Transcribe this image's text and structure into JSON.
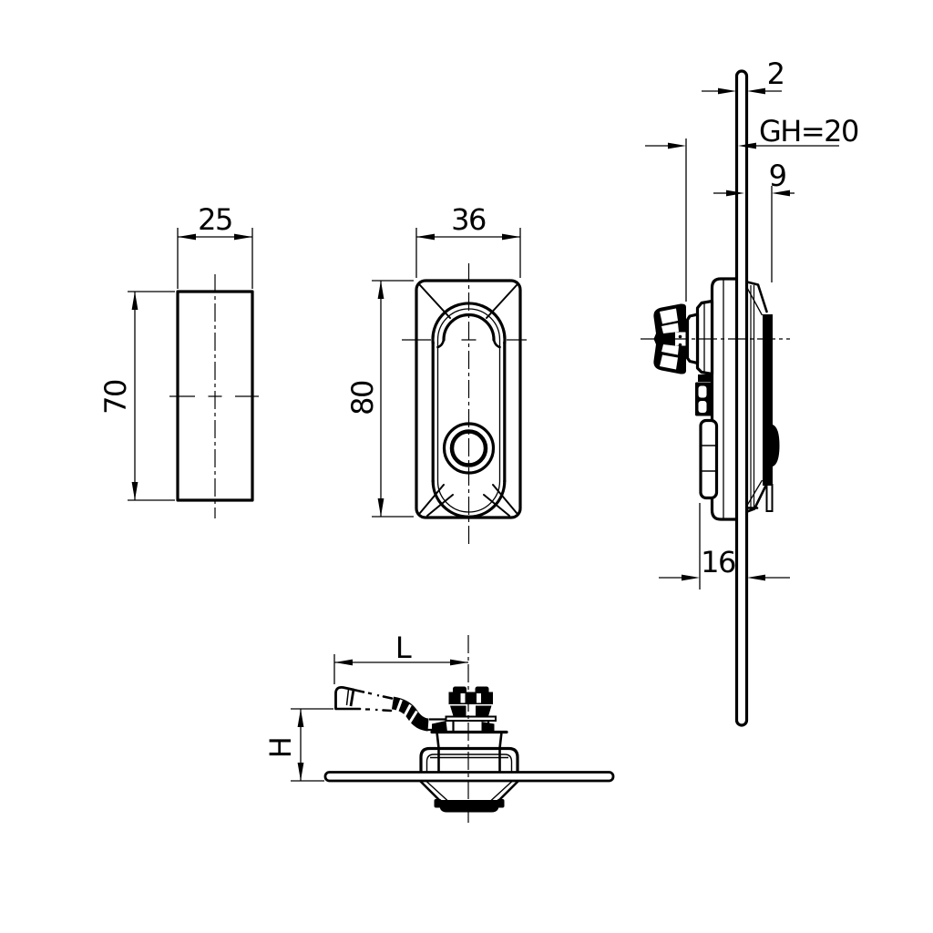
{
  "document": {
    "type": "technical-drawing",
    "background": "#ffffff",
    "line_color": "#000000"
  },
  "views": {
    "cutout": {
      "label": "panel-cutout-view",
      "width_dim": "25",
      "height_dim": "70"
    },
    "front": {
      "label": "front-view",
      "width_dim": "36",
      "height_dim": "80"
    },
    "side": {
      "label": "side-view",
      "panel_thickness_dim": "2",
      "grip_dim": "GH=20",
      "front_depth_dim": "9",
      "rear_depth_dim": "16"
    },
    "cam": {
      "label": "cam-lever-view",
      "length_dim": "L",
      "height_dim": "H"
    }
  }
}
